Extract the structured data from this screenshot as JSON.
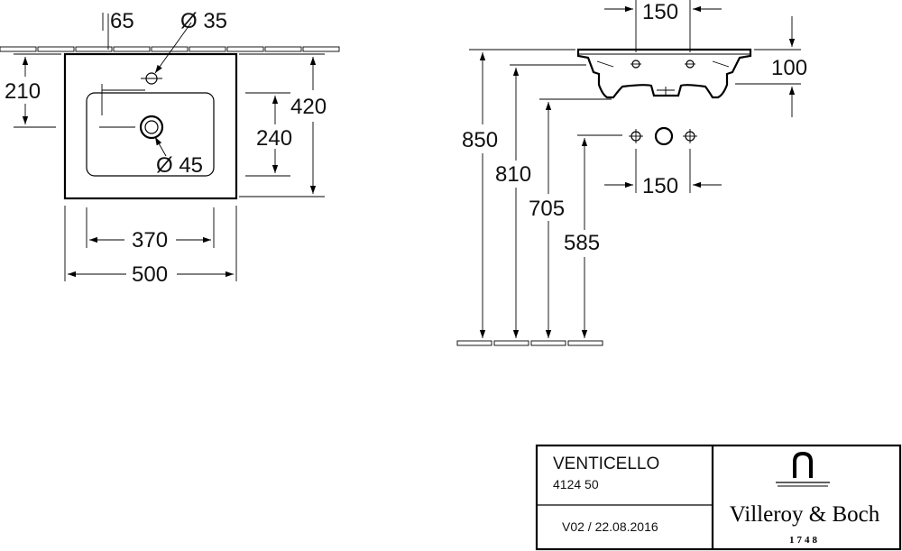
{
  "drawing": {
    "top_view": {
      "dim_65": "65",
      "dim_hole_35": "Ø 35",
      "dim_210": "210",
      "dim_420": "420",
      "dim_240": "240",
      "dim_drain_45": "Ø 45",
      "dim_370": "370",
      "dim_500": "500"
    },
    "side_view": {
      "dim_150_top": "150",
      "dim_100": "100",
      "dim_850": "850",
      "dim_810": "810",
      "dim_705": "705",
      "dim_585": "585",
      "dim_150_bottom": "150"
    }
  },
  "title_block": {
    "product_name": "VENTICELLO",
    "product_code": "4124 50",
    "version": "V02 / 22.08.2016",
    "brand": "Villeroy & Boch",
    "brand_year": "1748"
  }
}
